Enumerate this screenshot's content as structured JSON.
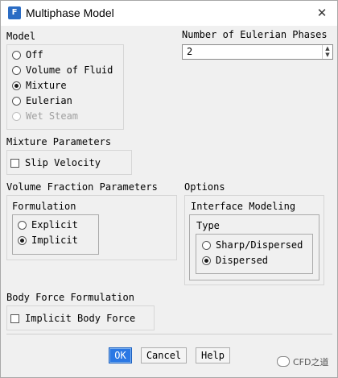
{
  "window": {
    "title": "Multiphase Model",
    "app_icon_letter": "F"
  },
  "model": {
    "label": "Model",
    "options": [
      {
        "label": "Off",
        "selected": false,
        "enabled": true
      },
      {
        "label": "Volume of Fluid",
        "selected": false,
        "enabled": true
      },
      {
        "label": "Mixture",
        "selected": true,
        "enabled": true
      },
      {
        "label": "Eulerian",
        "selected": false,
        "enabled": true
      },
      {
        "label": "Wet Steam",
        "selected": false,
        "enabled": false
      }
    ]
  },
  "eulerian_phases": {
    "label": "Number of Eulerian Phases",
    "value": "2"
  },
  "mixture_parameters": {
    "label": "Mixture Parameters",
    "slip_velocity": {
      "label": "Slip Velocity",
      "checked": false
    }
  },
  "volume_fraction": {
    "label": "Volume Fraction Parameters",
    "formulation": {
      "label": "Formulation",
      "options": [
        {
          "label": "Explicit",
          "selected": false
        },
        {
          "label": "Implicit",
          "selected": true
        }
      ]
    }
  },
  "options": {
    "label": "Options",
    "interface_modeling": {
      "label": "Interface Modeling",
      "type": {
        "label": "Type",
        "options": [
          {
            "label": "Sharp/Dispersed",
            "selected": false
          },
          {
            "label": "Dispersed",
            "selected": true
          }
        ]
      }
    }
  },
  "body_force": {
    "label": "Body Force Formulation",
    "implicit": {
      "label": "Implicit Body Force",
      "checked": false
    }
  },
  "buttons": {
    "ok": "OK",
    "cancel": "Cancel",
    "help": "Help"
  },
  "watermark": "CFD之道",
  "icons": {
    "close": "close-icon",
    "app": "fluent-app-icon"
  }
}
